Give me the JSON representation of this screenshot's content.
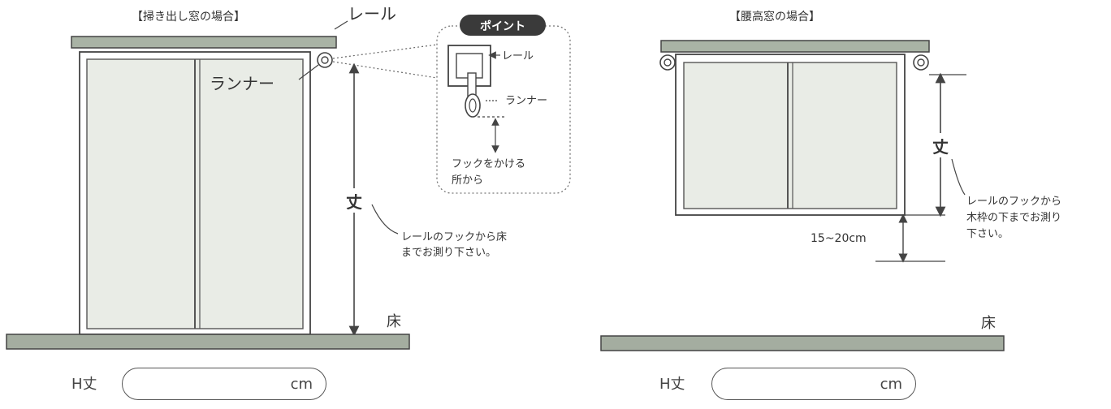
{
  "left_panel": {
    "title": "【掃き出し窓の場合】",
    "rail_label": "レール",
    "runner_label": "ランナー",
    "length_mark": "丈",
    "note_lines": [
      "レールのフックから床",
      "までお測り下さい。"
    ],
    "floor_label": "床",
    "field_label": "H丈",
    "field_unit": "cm"
  },
  "point_box": {
    "badge": "ポイント",
    "rail_label": "レール",
    "runner_label": "ランナー",
    "hook_lines": [
      "フックをかける",
      "所から"
    ]
  },
  "right_panel": {
    "title": "【腰高窓の場合】",
    "length_mark": "丈",
    "note_lines": [
      "レールのフックから",
      "木枠の下までお測り",
      "下さい。"
    ],
    "extra_label": "15~20cm",
    "floor_label": "床",
    "field_label": "H丈",
    "field_unit": "cm"
  },
  "colors": {
    "rail_fill": "#a9b3a5",
    "glass_fill": "#e9ece6",
    "floor_fill": "#a4ada0",
    "line": "#444444",
    "badge_fill": "#3a3a3a"
  }
}
